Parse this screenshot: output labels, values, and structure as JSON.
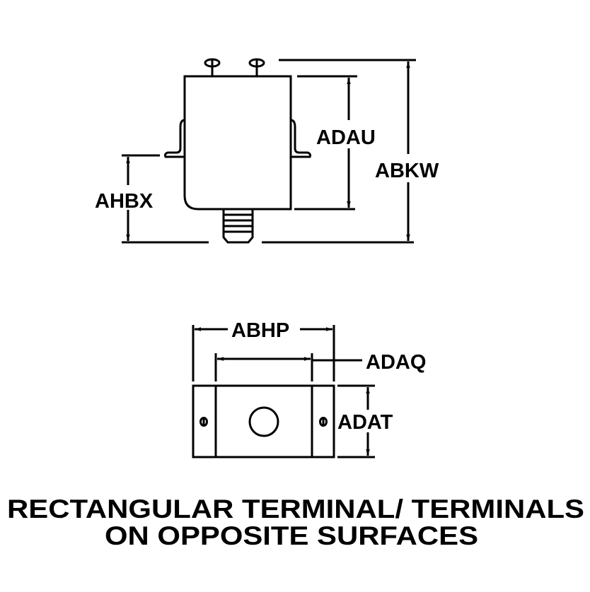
{
  "dimensions": {
    "side_view": [
      "ADAU",
      "ABKW",
      "AHBX"
    ],
    "top_view": [
      "ABHP",
      "ADAQ",
      "ADAT"
    ]
  },
  "title": {
    "line1": "RECTANGULAR TERMINAL/ TERMINALS",
    "line2": "ON OPPOSITE SURFACES"
  }
}
